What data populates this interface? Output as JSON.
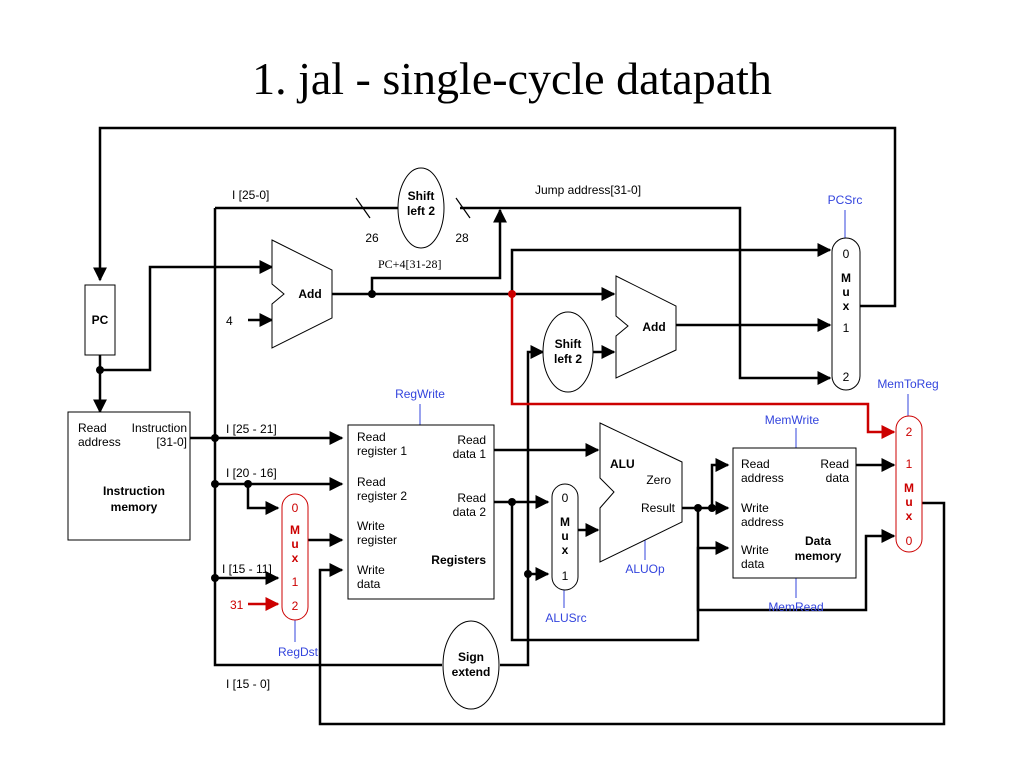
{
  "title": "1. jal - single-cycle datapath",
  "blocks": {
    "pc": "PC",
    "add1": "Add",
    "add2": "Add",
    "const4": "4",
    "shift_top_line1": "Shift",
    "shift_top_line2": "left 2",
    "shift_mid_line1": "Shift",
    "shift_mid_line2": "left 2",
    "imem": {
      "read_addr_line1": "Read",
      "read_addr_line2": "address",
      "instr_line1": "Instruction",
      "instr_line2": "[31-0]",
      "name_line1": "Instruction",
      "name_line2": "memory"
    },
    "regs": {
      "read_reg1_line1": "Read",
      "read_reg1_line2": "register 1",
      "read_reg2_line1": "Read",
      "read_reg2_line2": "register 2",
      "write_reg_line1": "Write",
      "write_reg_line2": "register",
      "write_data_line1": "Write",
      "write_data_line2": "data",
      "read_data1_line1": "Read",
      "read_data1_line2": "data 1",
      "read_data2_line1": "Read",
      "read_data2_line2": "data 2",
      "name": "Registers"
    },
    "alu": {
      "name": "ALU",
      "zero": "Zero",
      "result": "Result"
    },
    "dmem": {
      "read_addr_line1": "Read",
      "read_addr_line2": "address",
      "write_addr_line1": "Write",
      "write_addr_line2": "address",
      "write_data_line1": "Write",
      "write_data_line2": "data",
      "read_data_line1": "Read",
      "read_data_line2": "data",
      "name_line1": "Data",
      "name_line2": "memory"
    },
    "sign_line1": "Sign",
    "sign_line2": "extend",
    "mux_pc": {
      "l1": "M",
      "l2": "u",
      "l3": "x",
      "in0": "0",
      "in1": "1",
      "in2": "2"
    },
    "mux_alusrc": {
      "l1": "M",
      "l2": "u",
      "l3": "x",
      "in0": "0",
      "in1": "1"
    },
    "mux_regdst": {
      "l1": "M",
      "l2": "u",
      "l3": "x",
      "in0": "0",
      "in1": "1",
      "in2": "2"
    },
    "mux_memtoreg": {
      "l1": "M",
      "l2": "u",
      "l3": "x",
      "in0": "2",
      "in1": "1",
      "in2": "0"
    }
  },
  "labels": {
    "i_25_0": "I [25-0]",
    "i_25_21": "I [25 - 21]",
    "i_20_16": "I [20 - 16]",
    "i_15_11": "I [15 - 11]",
    "i_15_0": "I [15 - 0]",
    "jump_address": "Jump address[31-0]",
    "pc4": "PC+4[31-28]",
    "bits26": "26",
    "bits28": "28",
    "const31": "31"
  },
  "control": {
    "pcsrc": "PCSrc",
    "regwrite": "RegWrite",
    "memwrite": "MemWrite",
    "memtoreg": "MemToReg",
    "aluop": "ALUOp",
    "alusrc": "ALUSrc",
    "regdst": "RegDst",
    "memread": "MemRead"
  },
  "colors": {
    "control": "#3344dd",
    "highlight": "#cc0000",
    "wire": "#000000"
  }
}
